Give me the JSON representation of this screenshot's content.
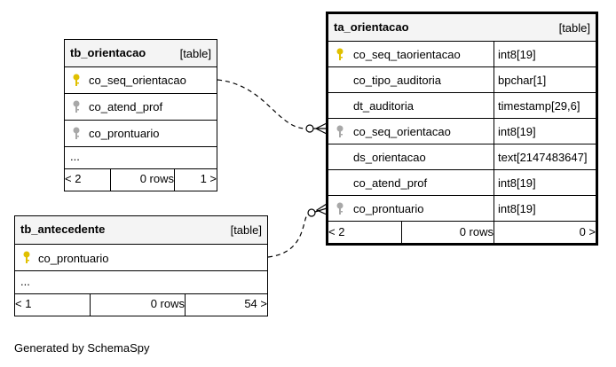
{
  "tables": {
    "tb_orientacao": {
      "name": "tb_orientacao",
      "type": "[table]",
      "columns": [
        "co_seq_orientacao",
        "co_atend_prof",
        "co_prontuario"
      ],
      "ellipsis": "...",
      "footer": {
        "prev": "< 2",
        "rows": "0 rows",
        "next": "1 >"
      }
    },
    "ta_orientacao": {
      "name": "ta_orientacao",
      "type": "[table]",
      "columns": [
        {
          "name": "co_seq_taorientacao",
          "type": "int8[19]"
        },
        {
          "name": "co_tipo_auditoria",
          "type": "bpchar[1]"
        },
        {
          "name": "dt_auditoria",
          "type": "timestamp[29,6]"
        },
        {
          "name": "co_seq_orientacao",
          "type": "int8[19]"
        },
        {
          "name": "ds_orientacao",
          "type": "text[2147483647]"
        },
        {
          "name": "co_atend_prof",
          "type": "int8[19]"
        },
        {
          "name": "co_prontuario",
          "type": "int8[19]"
        }
      ],
      "footer": {
        "prev": "< 2",
        "rows": "0 rows",
        "next": "0 >"
      }
    },
    "tb_antecedente": {
      "name": "tb_antecedente",
      "type": "[table]",
      "columns": [
        "co_prontuario"
      ],
      "ellipsis": "...",
      "footer": {
        "prev": "< 1",
        "rows": "0 rows",
        "next": "54 >"
      }
    }
  },
  "colors": {
    "primary_key": "#e0c000",
    "foreign_key": "#a8a8a8"
  },
  "generated_by": "Generated by SchemaSpy"
}
